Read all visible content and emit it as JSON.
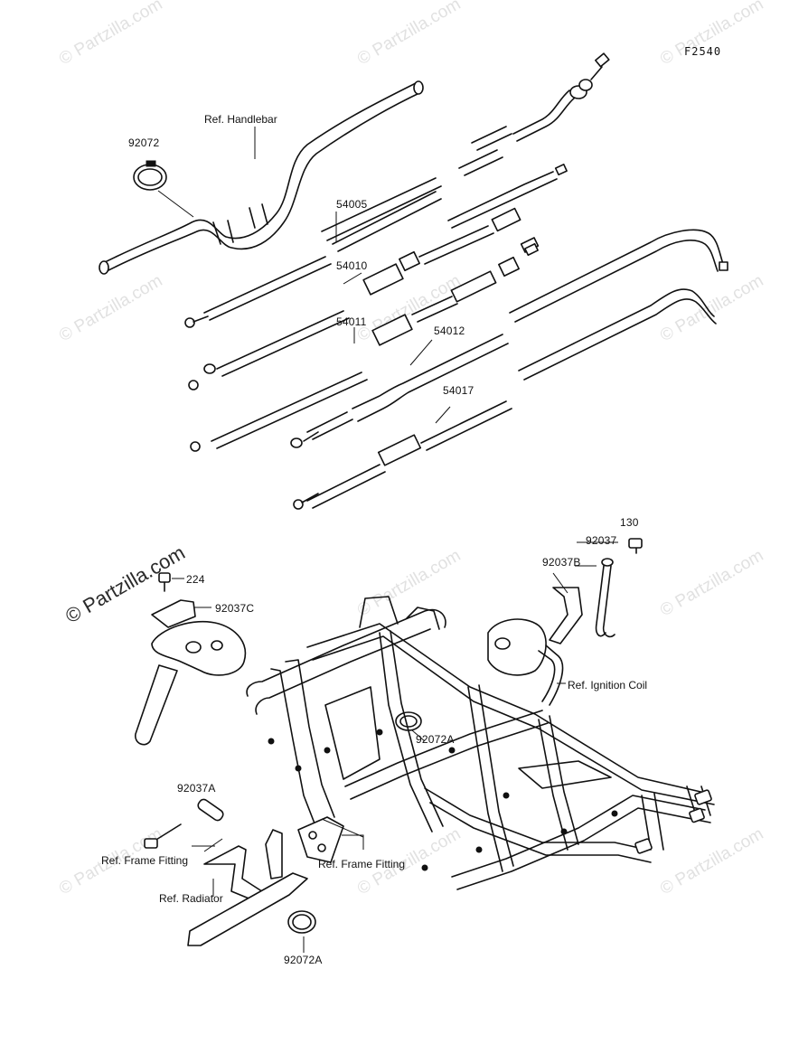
{
  "diagram_code": "F2540",
  "watermark_text": "© Partzilla.com",
  "corner_watermark": "© Partzilla.com",
  "labels": {
    "ref_handlebar": "Ref. Handlebar",
    "p92072": "92072",
    "p54005": "54005",
    "p54010": "54010",
    "p54011": "54011",
    "p54012": "54012",
    "p54017": "54017",
    "p130": "130",
    "p92037": "92037",
    "p92037B": "92037B",
    "ref_ignition_coil": "Ref. Ignition Coil",
    "p224": "224",
    "p92037C": "92037C",
    "p92072A_mid": "92072A",
    "p92037A": "92037A",
    "ref_frame_fitting_left": "Ref. Frame Fitting",
    "ref_frame_fitting_right": "Ref. Frame Fitting",
    "ref_radiator": "Ref. Radiator",
    "p92072A_bottom": "92072A"
  }
}
